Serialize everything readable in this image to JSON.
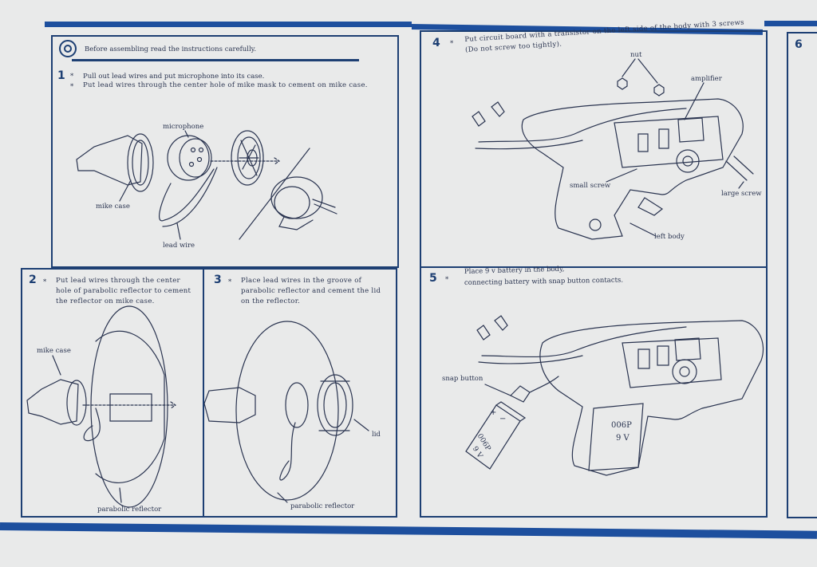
{
  "header": {
    "note": "Before assembling read the instructions carefully."
  },
  "steps": [
    {
      "num": "1",
      "star": "*",
      "line1": "Pull out lead wires and put microphone into its case.",
      "line2": "Put lead wires through the center hole of mike mask to cement on mike case."
    },
    {
      "num": "2",
      "star": "*",
      "text": "Put lead wires through the center hole of parabolic reflector to cement the reflector on mike case."
    },
    {
      "num": "3",
      "star": "*",
      "text": "Place lead wires in the groove of parabolic reflector and cement the lid on the reflector."
    },
    {
      "num": "4",
      "star": "*",
      "text": "Put circuit board with a transistor on the left side of the body with 3 screws (Do not screw too tightly)."
    },
    {
      "num": "5",
      "star": "*",
      "line1": "Place 9 v battery in the body,",
      "line2": "connecting battery with snap button contacts."
    },
    {
      "num": "6"
    }
  ],
  "labels": {
    "microphone": "microphone",
    "mike_case": "mike case",
    "lead_wire": "lead wire",
    "mike_case2": "mike case",
    "parabolic_reflector": "parabolic reflector",
    "parabolic_reflector2": "parabolic reflector",
    "lid": "lid",
    "nut": "nut",
    "amplifier": "amplifier",
    "small_screw": "small screw",
    "large_screw": "large screw",
    "left_body": "left body",
    "snap_button": "snap button",
    "battery_code": "006P",
    "battery_volt": "9 V",
    "battery_plus": "+",
    "battery_minus": "−"
  },
  "colors": {
    "band": "#1d4f9e",
    "ink": "#1d3f73",
    "paper": "#e9eaea"
  }
}
